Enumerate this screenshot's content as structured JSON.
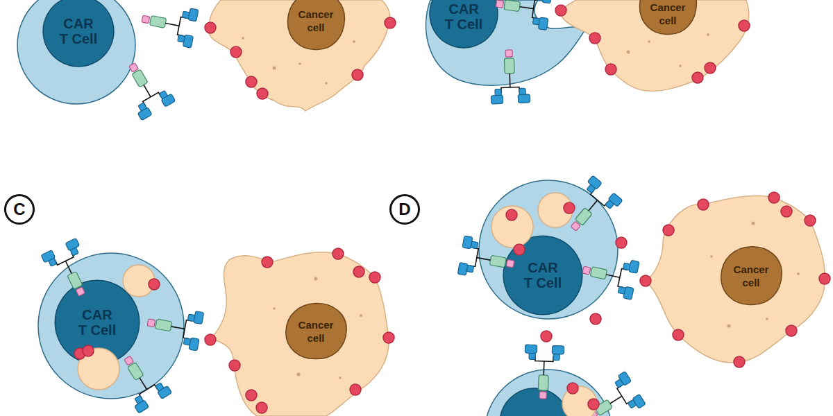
{
  "diagram": {
    "nodes": [
      {
        "text": [
          "CAR T Cell"
        ]
      },
      {
        "text": [
          "Cancer cell"
        ]
      },
      {
        "text": [
          "CAR T Cell"
        ]
      },
      {
        "text": [
          "Cancer cell"
        ]
      },
      {
        "text": [
          "CAR T Cell"
        ]
      },
      {
        "text": [
          "Cancer cell"
        ]
      },
      {
        "text": [
          "CAR T Cell"
        ]
      },
      {
        "text": [
          "Cancer cell"
        ]
      }
    ],
    "labels": [
      "C",
      "D"
    ]
  }
}
